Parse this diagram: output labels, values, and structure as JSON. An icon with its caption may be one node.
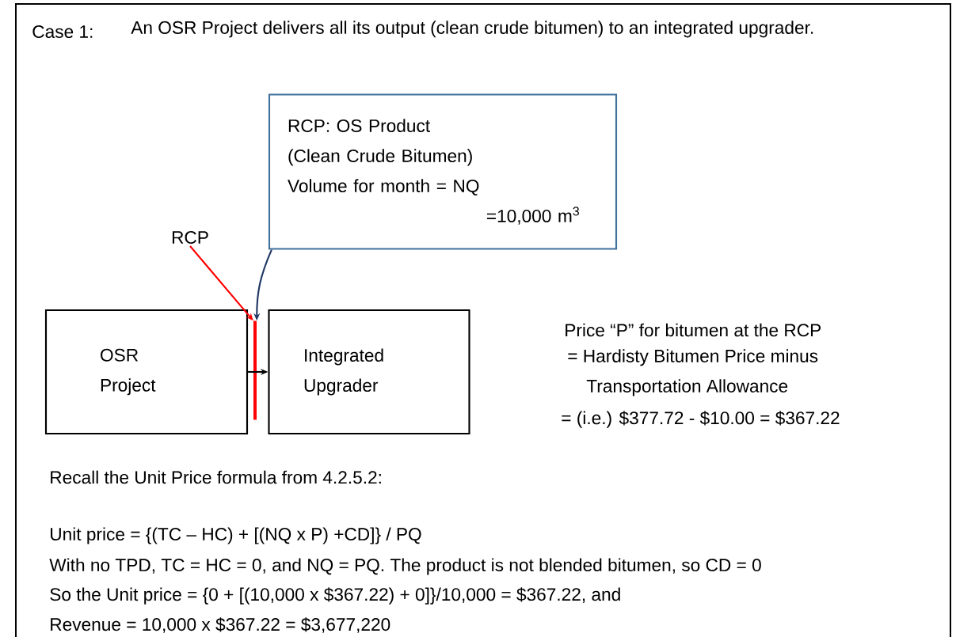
{
  "diagram": {
    "nodes": [
      {
        "text": [
          "OSR Project"
        ]
      },
      {
        "text": [
          "Integrated Upgrader"
        ]
      },
      {
        "text": [
          "RCP: OS Product",
          "(Clean Crude Bitumen)",
          "Volume for month = NQ",
          "=10,000 m$^{3}$"
        ]
      },
      {
        "text": [
          "RCP"
        ]
      },
      {
        "text": [],
        "shape": "bar"
      }
    ],
    "edges": [
      {
        "from": 0,
        "to": 1,
        "arrow": "to"
      },
      {
        "from": 3,
        "to": 4,
        "arrow": "to",
        "color": "#ff0000"
      },
      {
        "from": 2,
        "to": 4,
        "arrow": "to",
        "color": "#203864"
      }
    ],
    "labels": [
      "Case 1:",
      "An OSR Project delivers all its output (clean crude bitumen) to an integrated upgrader.",
      "Price “P” for bitumen at the RCP",
      "= Hardisty Bitumen Price minus Transportation Allowance",
      "= (i.e.) $377.72 - $10.00 = $367.22",
      "Recall the Unit Price formula from 4.2.5.2:",
      "Unit price = {(TC – HC) + [(NQ x P) +CD]} / PQ",
      "With no TPD, TC = HC = 0, and NQ = PQ. The product is not blended bitumen, so CD = 0",
      "So the Unit price = {0 + [(10,000 x $367.22) + 0]}/10,000 = $367.22, and",
      "Revenue = 10,000 x $367.22 = $3,677,220"
    ]
  }
}
